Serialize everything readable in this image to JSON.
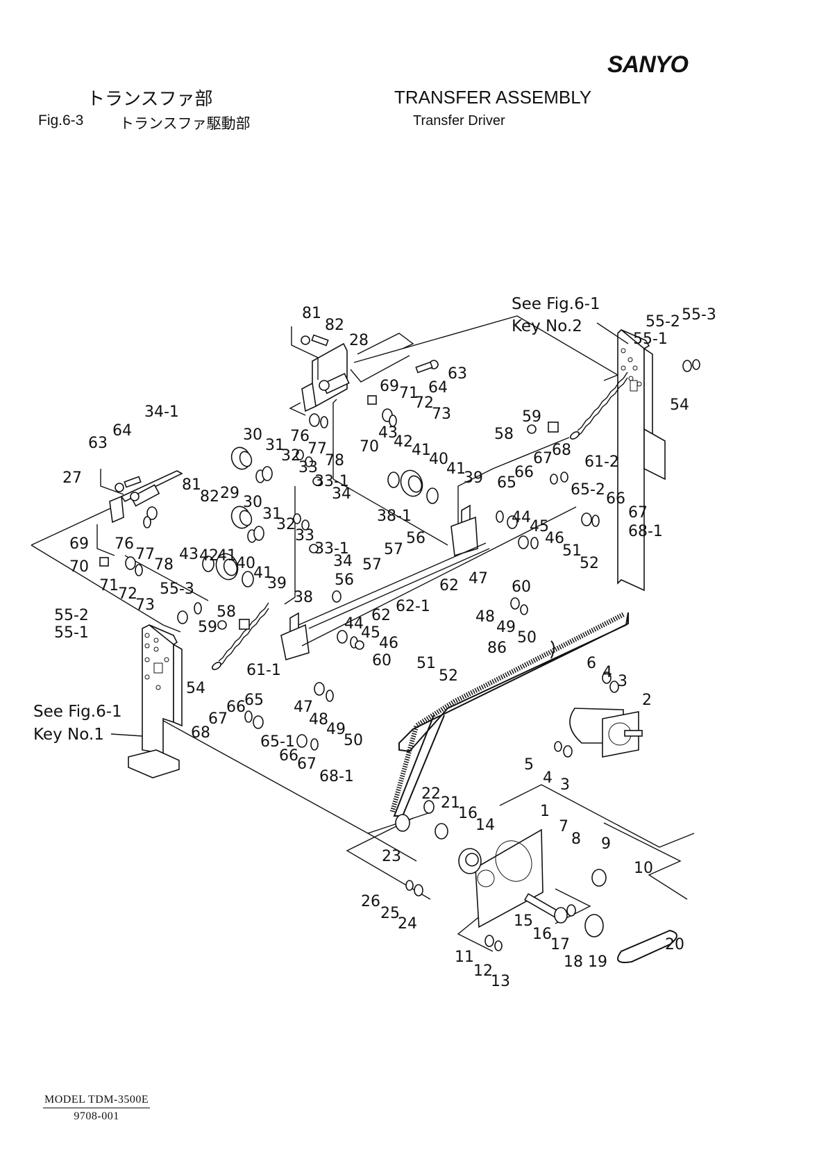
{
  "header": {
    "brand": "SANYO",
    "title_jp": "トランスファ部",
    "title_en": "TRANSFER ASSEMBLY",
    "figure_number": "Fig.6-3",
    "subtitle_jp": "トランスファ駆動部",
    "subtitle_en": "Transfer Driver"
  },
  "notes": {
    "ref_key2_line1": "See Fig.6-1",
    "ref_key2_line2": "Key No.2",
    "ref_key1_line1": "See Fig.6-1",
    "ref_key1_line2": "Key No.1"
  },
  "callouts": {
    "top_bracket": [
      "81",
      "82",
      "28",
      "63",
      "64",
      "69",
      "71",
      "72",
      "73",
      "70",
      "43",
      "42",
      "41",
      "40",
      "41",
      "39",
      "76",
      "77",
      "78"
    ],
    "left_bracket": [
      "34-1",
      "64",
      "63",
      "27",
      "30",
      "31",
      "32",
      "33",
      "33-1",
      "34",
      "81",
      "82",
      "29",
      "30",
      "31",
      "32",
      "33",
      "33-1",
      "34",
      "69",
      "70",
      "71",
      "72",
      "73",
      "76",
      "77",
      "78",
      "43",
      "42",
      "41",
      "40",
      "41",
      "39"
    ],
    "right_stand": [
      "55-2",
      "55-3",
      "55-1",
      "54",
      "59",
      "58",
      "68",
      "67",
      "61-2",
      "66",
      "65",
      "65-2",
      "66",
      "67",
      "68-1"
    ],
    "center_frame": [
      "38-1",
      "56",
      "57",
      "44",
      "45",
      "46",
      "51",
      "52",
      "62",
      "47",
      "60",
      "48",
      "49",
      "50",
      "57",
      "56",
      "62-1",
      "62",
      "38",
      "44",
      "45",
      "46",
      "60",
      "51",
      "52"
    ],
    "left_stand": [
      "55-3",
      "55-2",
      "55-1",
      "58",
      "59",
      "61-1",
      "54",
      "65",
      "66",
      "67",
      "68",
      "47",
      "48",
      "49",
      "50",
      "65-1",
      "66",
      "67",
      "68-1"
    ],
    "belt_motor": [
      "86",
      "6",
      "4",
      "3",
      "2",
      "5",
      "4",
      "3"
    ],
    "drive_unit": [
      "22",
      "21",
      "16",
      "14",
      "1",
      "7",
      "8",
      "9",
      "10",
      "23",
      "26",
      "25",
      "24",
      "15",
      "16",
      "17",
      "18",
      "19",
      "20",
      "11",
      "12",
      "13"
    ]
  },
  "footer": {
    "model": "MODEL TDM-3500E",
    "code": "9708-001"
  }
}
